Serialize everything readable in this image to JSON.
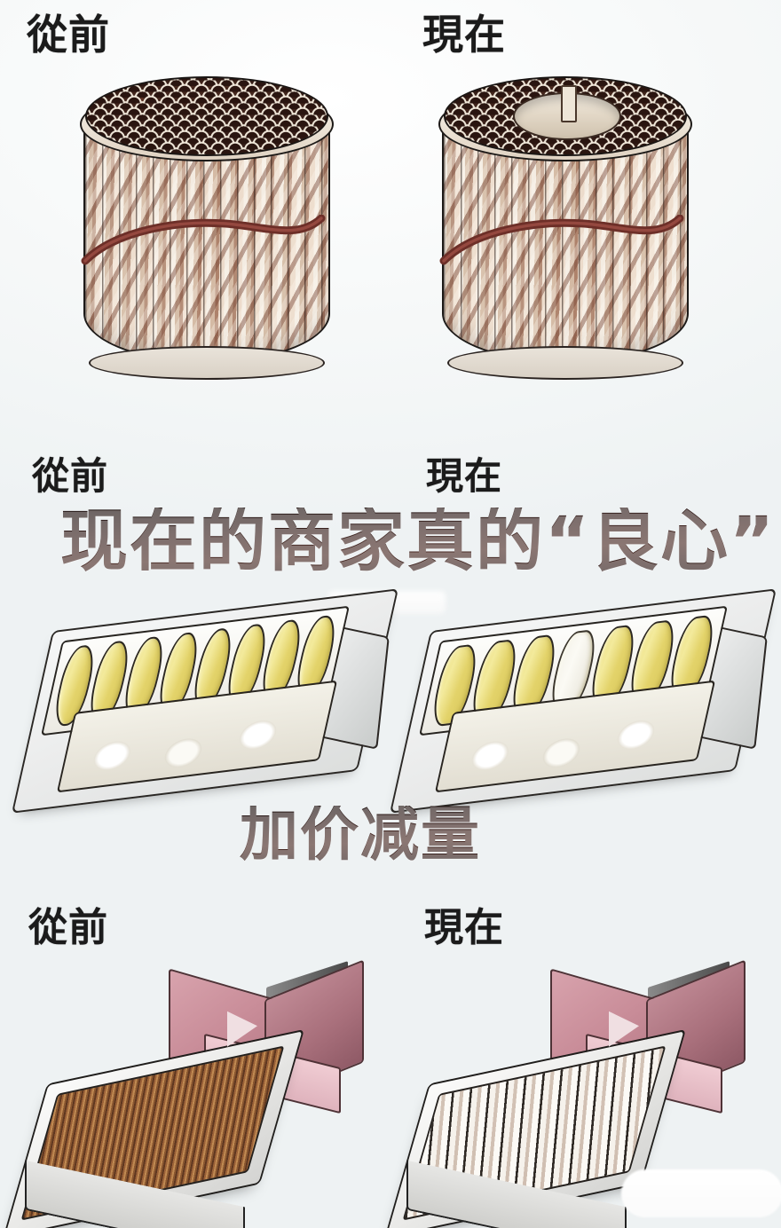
{
  "meme": {
    "language": "zh-Hant / zh-Hans",
    "background_color": "#f4f7f8",
    "text_color": "#1b1b1b",
    "headline_color": "#2c1b19"
  },
  "labels": {
    "before": "從前",
    "after": "現在"
  },
  "headlines": {
    "primary": "现在的商家真的“良心”",
    "secondary": "加价减量"
  },
  "rows": [
    {
      "id": "row-wafer-buckets",
      "product": "wafer-roll-bucket",
      "before": {
        "label": "從前",
        "description": "bucket packed completely full of wafer rolls",
        "fill": "full"
      },
      "after": {
        "label": "現在",
        "description": "bucket with large hollow core in the centre",
        "fill": "hollow-centre"
      }
    },
    {
      "id": "row-cake-trays",
      "product": "cake-stick-tray",
      "before": {
        "label": "從前",
        "description": "tray with eight cake sticks, no gaps",
        "stick_count": 8,
        "empty_slots": 0
      },
      "after": {
        "label": "現在",
        "description": "tray with six cake sticks and an empty slot",
        "stick_count": 6,
        "empty_slots": 1
      }
    },
    {
      "id": "row-biscuit-boxes",
      "product": "biscuit-box",
      "before": {
        "label": "從前",
        "description": "box densely packed with biscuits to the brim",
        "fill": "dense"
      },
      "after": {
        "label": "現在",
        "description": "box with thin sparse biscuits and visible gaps",
        "fill": "sparse"
      }
    }
  ]
}
